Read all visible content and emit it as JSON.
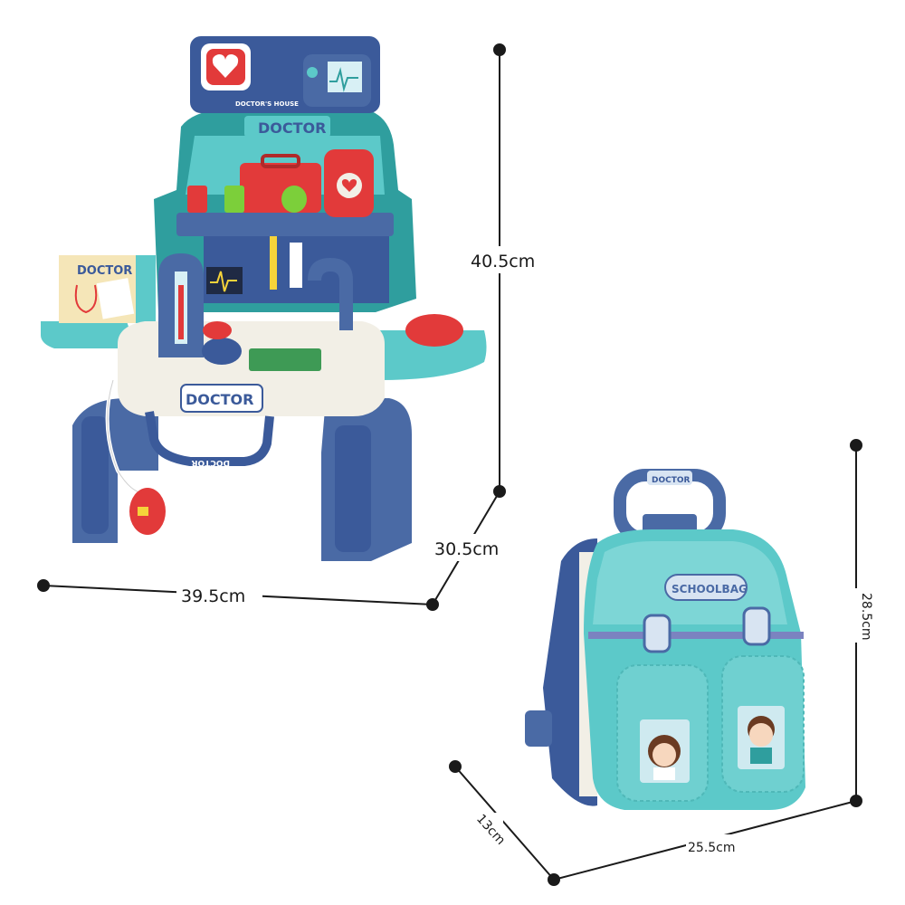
{
  "product_left": {
    "header_label": "DOCTOR'S HOUSE",
    "sign_label": "DOCTOR",
    "box_label": "DOCTOR",
    "sink_label": "DOCTOR",
    "handle_label": "DOCTOR"
  },
  "product_right": {
    "handle_label": "DOCTOR",
    "bag_label": "SCHOOLBAG"
  },
  "dimensions": {
    "height_left": "40.5cm",
    "depth_left": "30.5cm",
    "width_left": "39.5cm",
    "height_right": "28.5cm",
    "depth_right": "13cm",
    "width_right": "25.5cm"
  },
  "colors": {
    "teal": "#5cc9c9",
    "teal_dark": "#2f9e9e",
    "navy": "#3b5a9a",
    "slate_blue": "#4a6aa5",
    "cream": "#f2efe6",
    "red": "#e23a3a",
    "dim_line": "#1a1a1a"
  }
}
